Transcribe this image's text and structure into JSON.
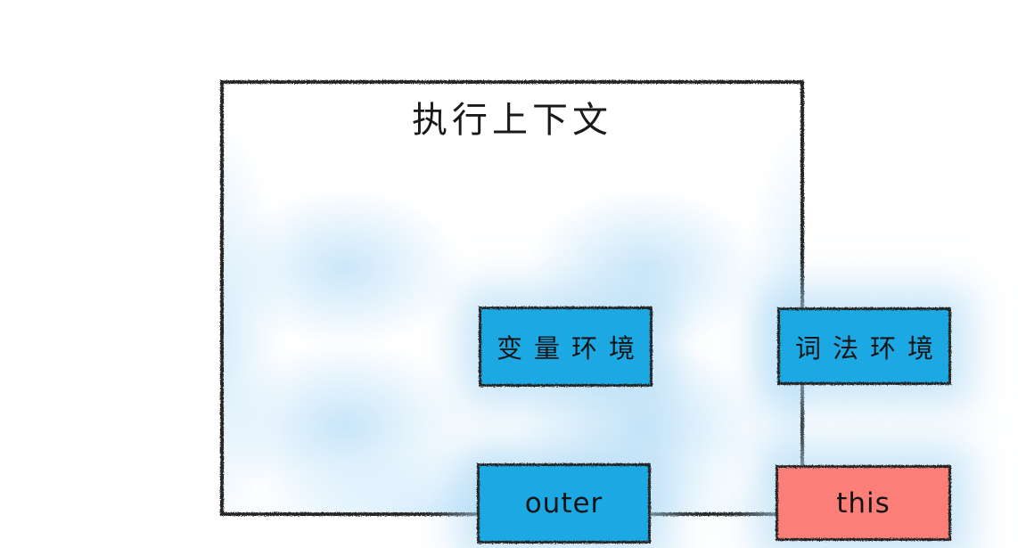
{
  "diagram": {
    "title": "执行上下文",
    "boxes": [
      {
        "id": "variable-environment",
        "label": "变量环境",
        "fill": "#1fa8e3",
        "text_color": "#141414"
      },
      {
        "id": "lexical-environment",
        "label": "词法环境",
        "fill": "#1fa8e3",
        "text_color": "#141414"
      },
      {
        "id": "outer",
        "label": "outer",
        "fill": "#1fa8e3",
        "text_color": "#141414"
      },
      {
        "id": "this",
        "label": "this",
        "fill": "#fb7e78",
        "text_color": "#141414"
      }
    ],
    "colors": {
      "box_blue": "#1fa8e3",
      "box_red": "#fb7e78",
      "stroke": "#262626",
      "glow": "#cfe8f9",
      "background": "#ffffff"
    }
  }
}
